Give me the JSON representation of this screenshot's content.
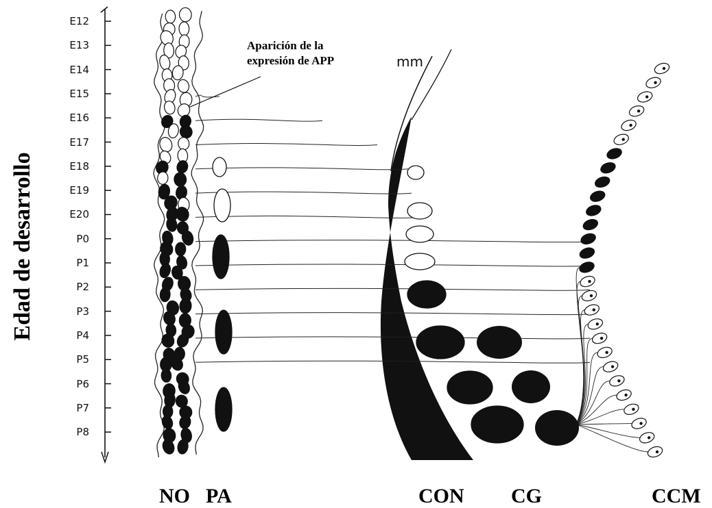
{
  "y_axis_title": "Edad de desarrollo",
  "stages": [
    "E12",
    "E13",
    "E14",
    "E15",
    "E16",
    "E17",
    "E18",
    "E19",
    "E20",
    "P0",
    "P1",
    "P2",
    "P3",
    "P4",
    "P5",
    "P6",
    "P7",
    "P8"
  ],
  "annotation": {
    "line1": "Aparición de la",
    "line2": "expresión de APP"
  },
  "marker_mm": "mm",
  "regions": {
    "no": "NO",
    "pa": "PA",
    "con": "CON",
    "cg": "CG",
    "ccm": "CCM"
  }
}
